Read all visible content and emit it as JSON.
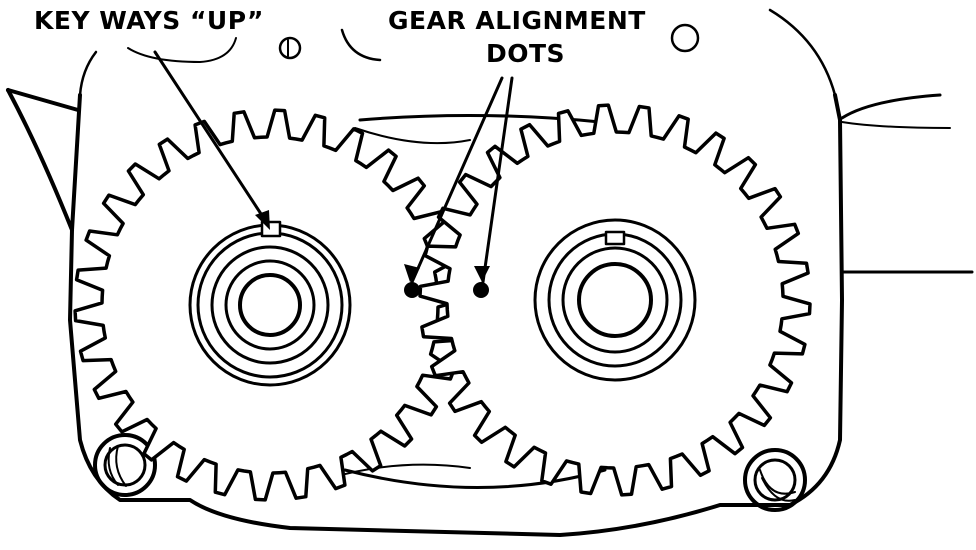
{
  "labels": {
    "key_ways": "KEY WAYS “UP”",
    "gear_alignment_line1": "GEAR ALIGNMENT",
    "gear_alignment_line2": "DOTS"
  },
  "colors": {
    "ink": "#000000",
    "paper": "#ffffff"
  },
  "gears": {
    "left_teeth": 30,
    "right_teeth": 30
  }
}
